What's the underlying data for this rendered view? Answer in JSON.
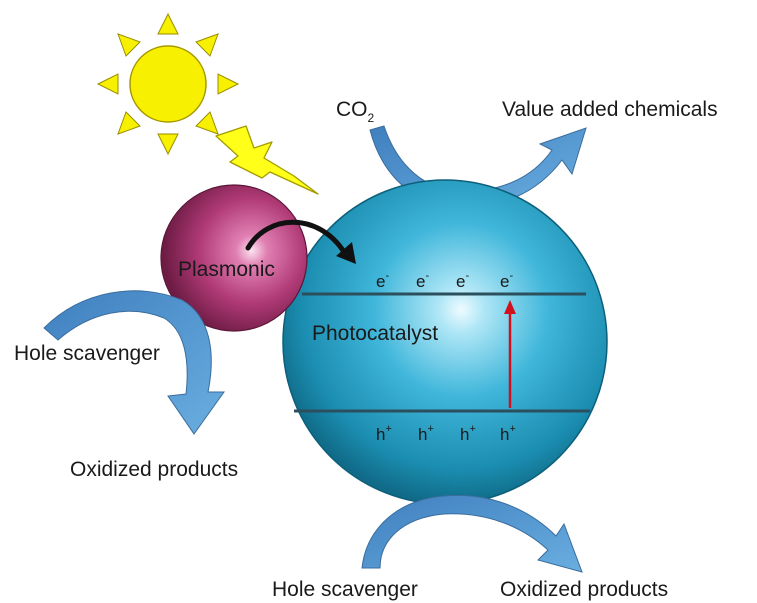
{
  "labels": {
    "co2_main": "CO",
    "co2_sub": "2",
    "value_added": "Value added chemicals",
    "plasmonic": "Plasmonic",
    "photocatalyst": "Photocatalyst",
    "hole_scavenger_left": "Hole scavenger",
    "oxidized_left": "Oxidized products",
    "hole_scavenger_bottom": "Hole scavenger",
    "oxidized_bottom": "Oxidized products"
  },
  "carriers": {
    "electron_symbol": "e",
    "electron_sign": "-",
    "hole_symbol": "h",
    "hole_sign": "+"
  },
  "colors": {
    "sun": "#f7f000",
    "bolt": "#ffff19",
    "plasmonic_sphere": "#b03a76",
    "photocatalyst_sphere": "#1d94b8",
    "flow_arrow": "#4c93cc",
    "excitation_arrow": "#d0101c",
    "transfer_arrow": "#111111"
  },
  "icons": {
    "sun": "sun-icon",
    "lightning": "lightning-icon"
  }
}
